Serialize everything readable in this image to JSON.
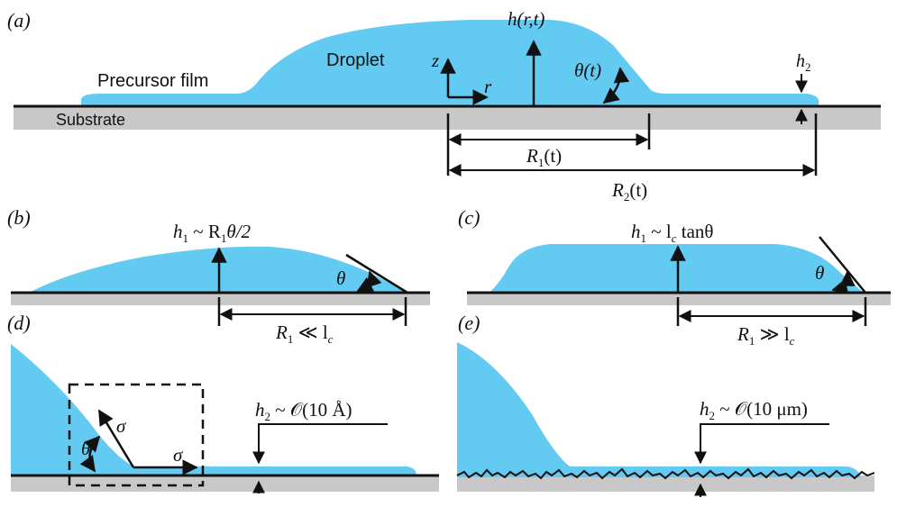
{
  "colors": {
    "fluid": "#63CAF2",
    "substrate": "#C8C8C8",
    "ink": "#111111"
  },
  "panel_a": {
    "tag": "(a)",
    "precursor_label": "Precursor film",
    "droplet_label": "Droplet",
    "substrate_label": "Substrate",
    "height_label": "h(r,t)",
    "angle_label": "θ(t)",
    "h2_label": "h",
    "h2_sub": "2",
    "axis_z": "z",
    "axis_r": "r",
    "R1_main": "R",
    "R1_sub": "1",
    "R1_tail": "(t)",
    "R2_main": "R",
    "R2_sub": "2",
    "R2_tail": "(t)"
  },
  "panel_b": {
    "tag": "(b)",
    "h1_main": "h",
    "h1_sub": "1",
    "h1_tail": " ~ R",
    "h1_sub2": "1",
    "h1_tail2": "θ/2",
    "angle_label": "θ",
    "R_main": "R",
    "R_sub": "1",
    "R_rel": " ≪ l",
    "R_sub2": "c"
  },
  "panel_c": {
    "tag": "(c)",
    "h1_main": "h",
    "h1_sub": "1",
    "h1_tail": " ~ l",
    "h1_sub2": "c",
    "h1_tail2": " tanθ",
    "angle_label": "θ",
    "R_main": "R",
    "R_sub": "1",
    "R_rel": " ≫ l",
    "R_sub2": "c"
  },
  "panel_d": {
    "tag": "(d)",
    "sigma1": "σ",
    "sigma2": "σ",
    "angle_label": "θ",
    "h2_main": "h",
    "h2_sub": "2",
    "h2_tail": " ~ 𝒪(10 Å)"
  },
  "panel_e": {
    "tag": "(e)",
    "h2_main": "h",
    "h2_sub": "2",
    "h2_tail": " ~ 𝒪(10 μm)"
  }
}
